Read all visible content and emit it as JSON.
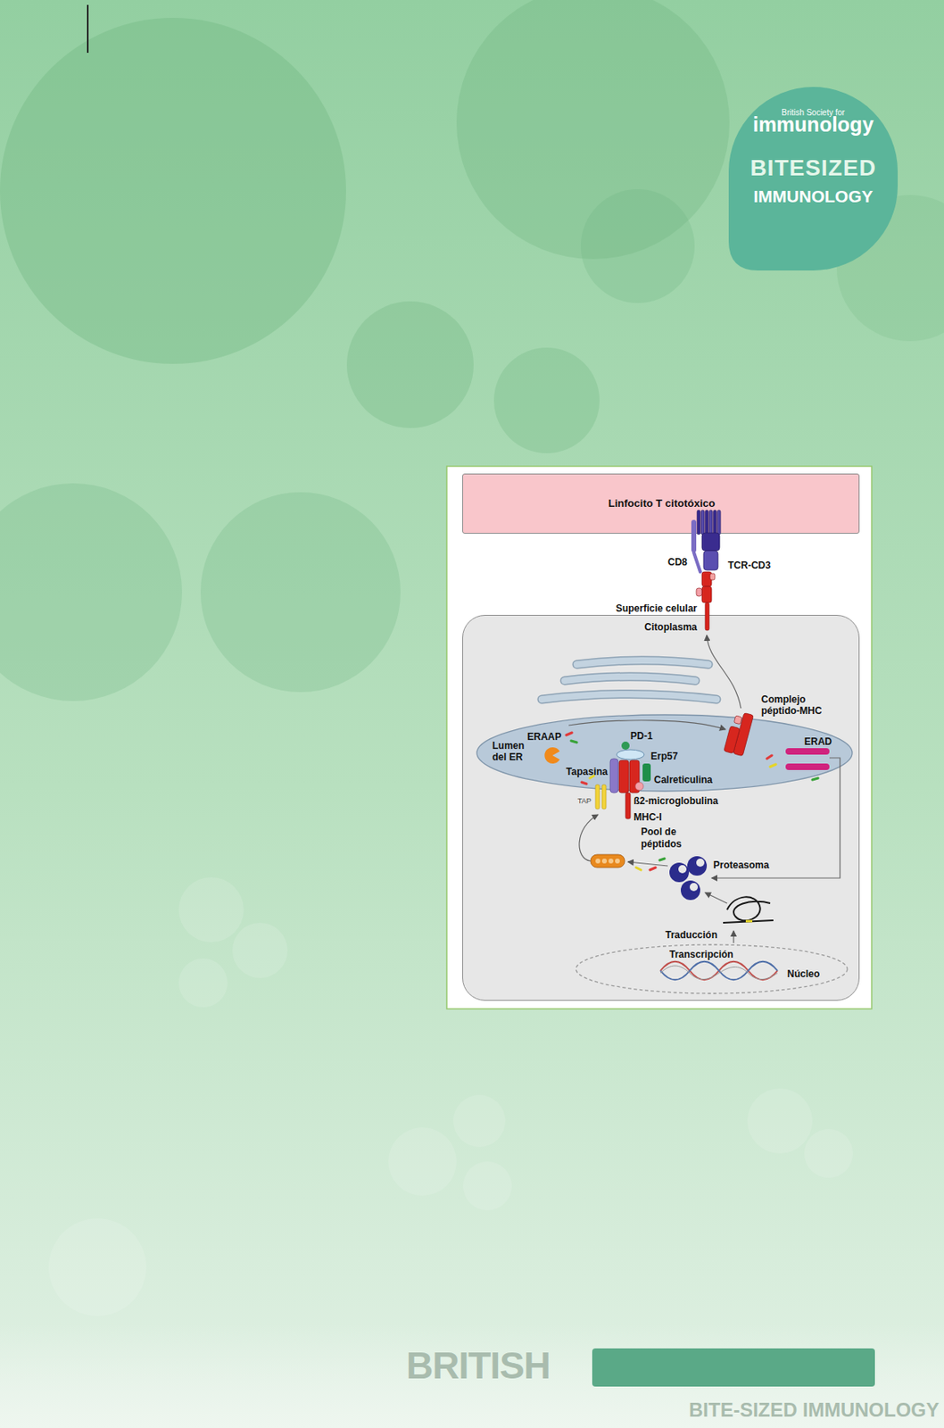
{
  "diagram": {
    "nodes": [
      {
        "text": [
          "British Society for",
          "immunology",
          "BITESIZED",
          "IMMUNOLOGY"
        ]
      },
      {
        "text": [
          "Linfocito T citotóxico"
        ]
      },
      {
        "text": [
          "Superficie celular",
          "Citoplasma"
        ]
      },
      {
        "text": [
          "Lumen del ER"
        ],
        "in": 2
      },
      {
        "text": [
          "Núcleo"
        ],
        "in": 2
      }
    ],
    "labels": [
      "CD8",
      "TCR-CD3",
      "Complejo péptido-MHC",
      "ERAAP",
      "PD-1",
      "Erp57",
      "Tapasina",
      "Calreticulina",
      "ß2-microglobulina",
      "TAP",
      "MHC-I",
      "Pool de péptidos",
      "ERAD",
      "Proteasoma",
      "Traducción",
      "Transcripción",
      "BRITISH",
      "BITE-SIZED IMMUNOLOGY"
    ]
  }
}
